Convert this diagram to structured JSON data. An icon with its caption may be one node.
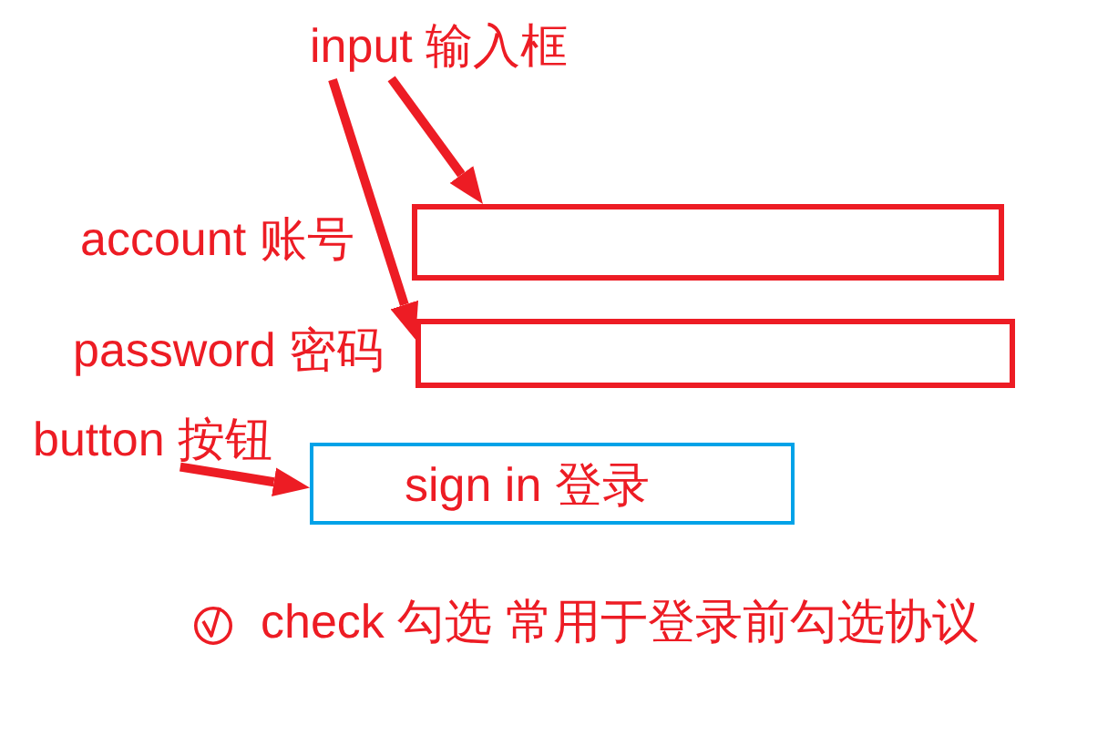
{
  "diagram": {
    "nodes": [
      {
        "text": [
          "input 输入框"
        ]
      },
      {
        "text": [],
        "shape": "box",
        "beside": [
          "account 账号"
        ]
      },
      {
        "text": [],
        "shape": "box",
        "beside": [
          "password 密码"
        ]
      },
      {
        "text": [
          "button 按钮"
        ]
      },
      {
        "text": [
          "sign in 登录"
        ]
      }
    ],
    "edges": [
      {
        "from": 0,
        "to": 1,
        "arrow": "to"
      },
      {
        "from": 0,
        "to": 2,
        "arrow": "to"
      },
      {
        "from": 3,
        "to": 4,
        "arrow": "to"
      }
    ],
    "labels": [
      "check 勾选 常用于登录前勾选协议"
    ]
  }
}
